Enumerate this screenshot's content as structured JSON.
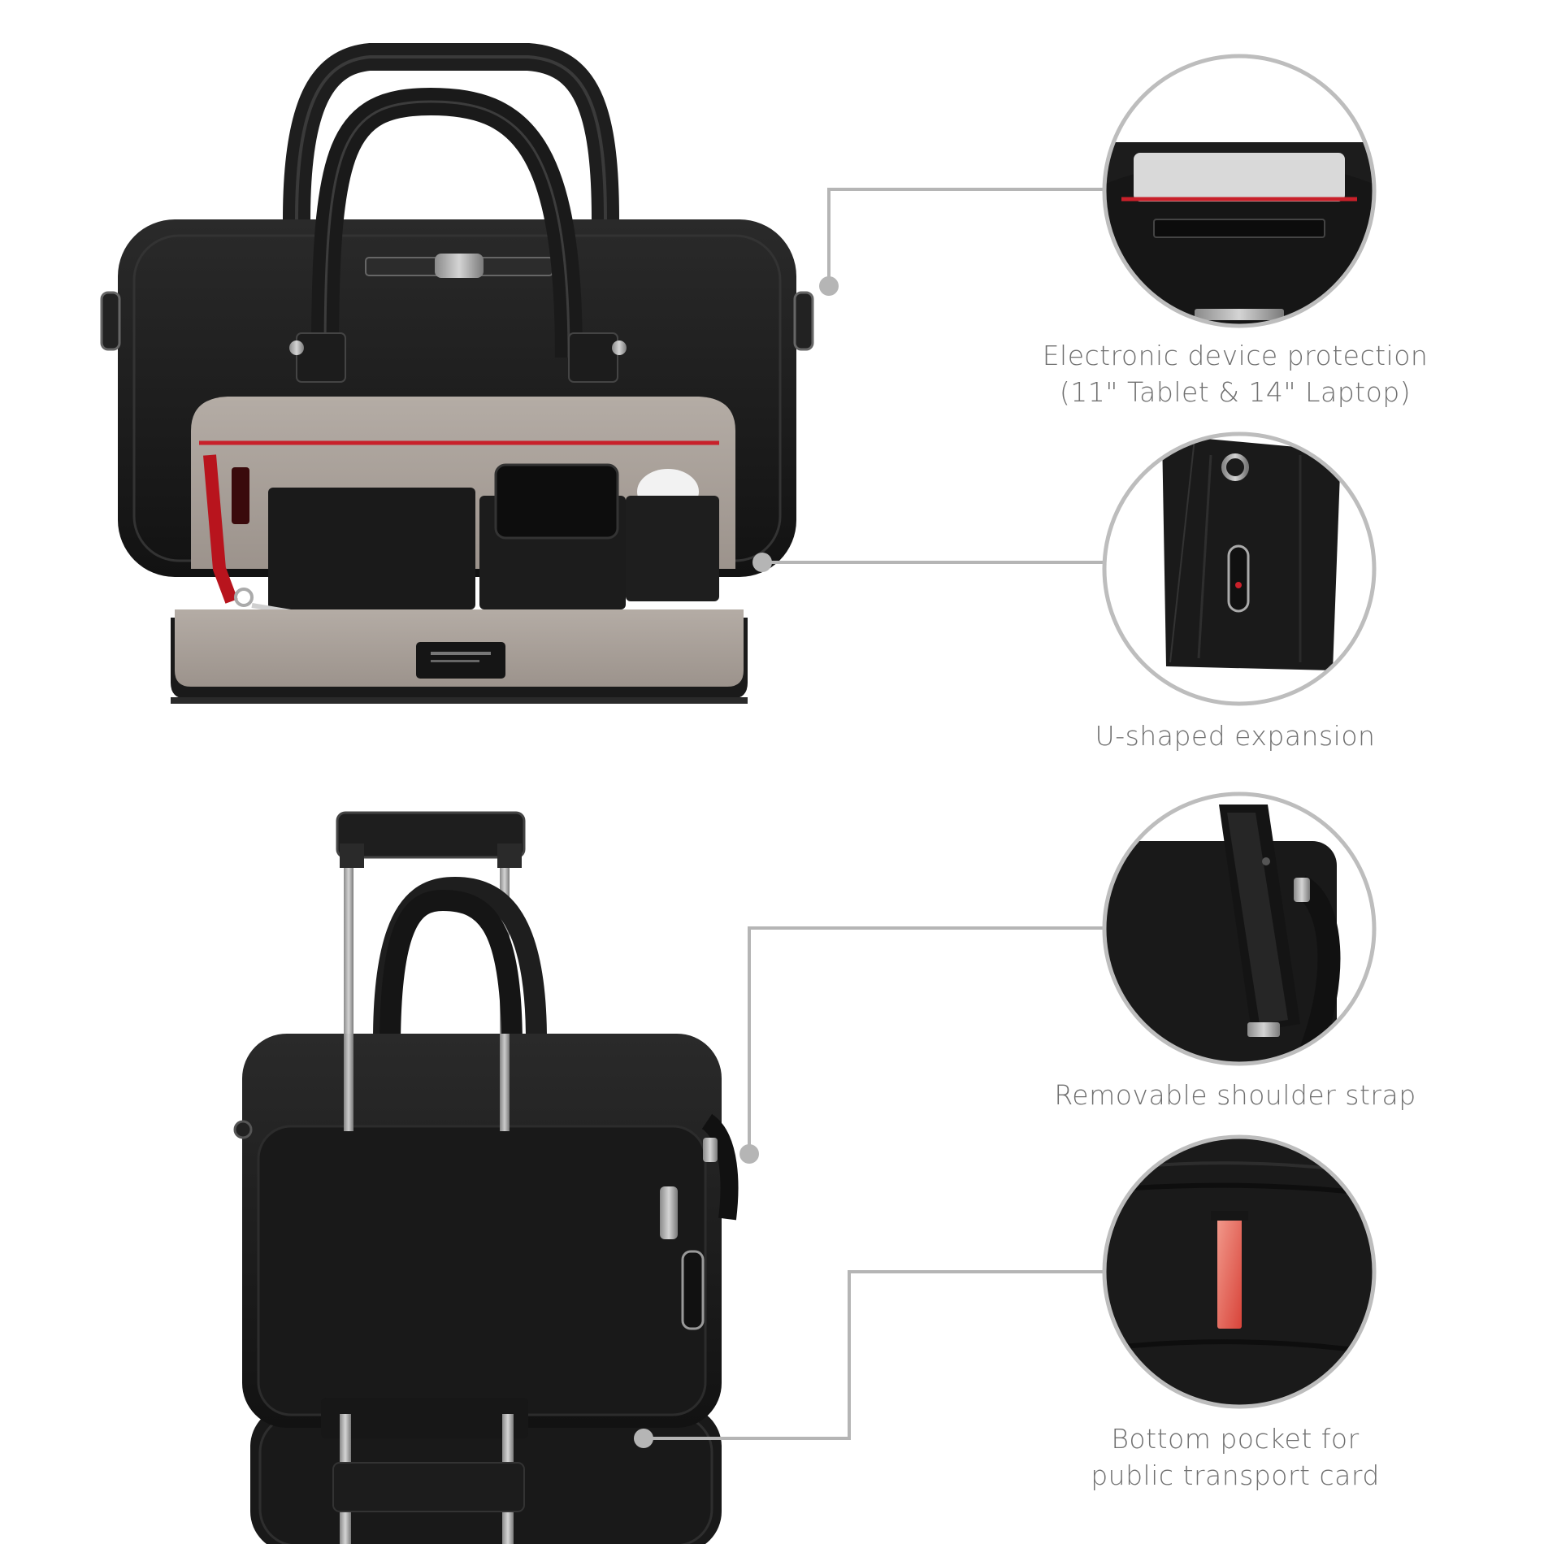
{
  "features": [
    {
      "id": "device-protection",
      "lines": [
        "Electronic device protection",
        "(11\" Tablet & 14\" Laptop)"
      ]
    },
    {
      "id": "u-expansion",
      "lines": [
        "U-shaped expansion"
      ]
    },
    {
      "id": "shoulder-strap",
      "lines": [
        "Removable shoulder strap"
      ]
    },
    {
      "id": "bottom-pocket",
      "lines": [
        "Bottom pocket for",
        "public transport card"
      ]
    }
  ],
  "colors": {
    "background": "#ffffff",
    "callout_line": "#b5b5b5",
    "circle_border": "#bdbdbd",
    "caption_text": "#6f6f6f",
    "bag_black": "#1b1b1b",
    "lining_taupe": "#a39a93",
    "accent_red": "#c8202a"
  },
  "icons": [
    "open-briefcase-image",
    "briefcase-on-trolley-image",
    "laptop-compartment-image",
    "side-expansion-image",
    "shoulder-strap-image",
    "card-pocket-image"
  ]
}
